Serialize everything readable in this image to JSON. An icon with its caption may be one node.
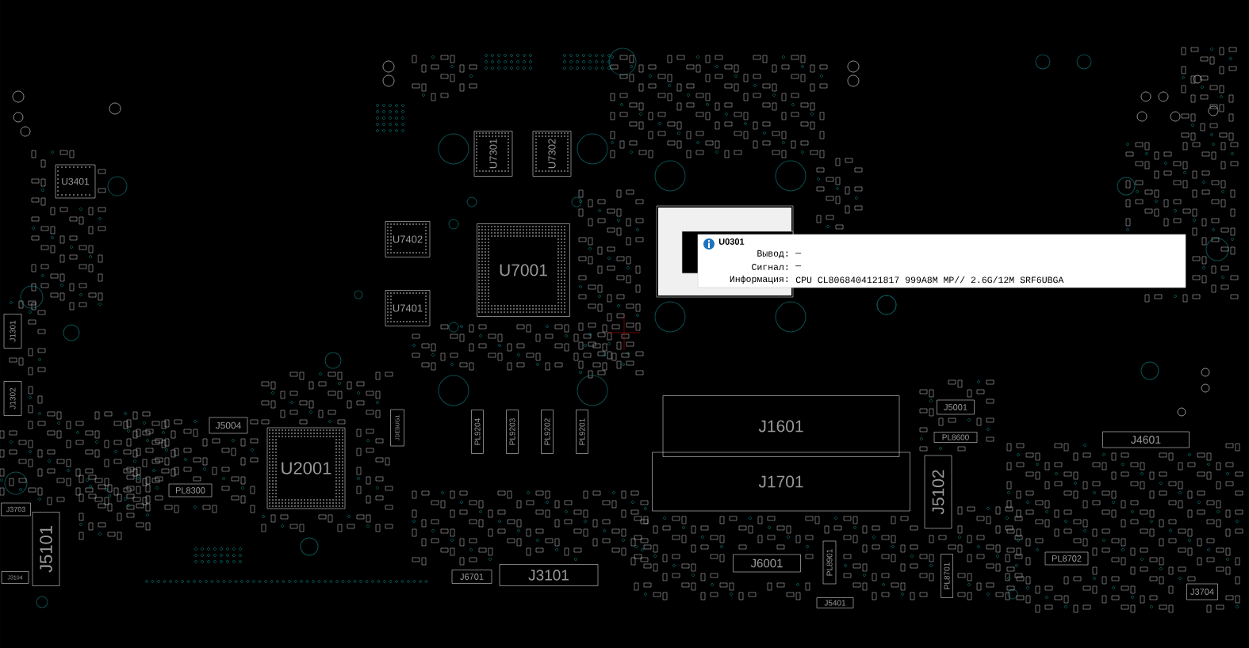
{
  "diagram": {
    "nodes": [
      {
        "text": [
          "U3401"
        ]
      },
      {
        "text": [
          "U7301"
        ]
      },
      {
        "text": [
          "U7302"
        ]
      },
      {
        "text": [
          "U7402"
        ]
      },
      {
        "text": [
          "U7001"
        ]
      },
      {
        "text": [
          "U0301",
          "Вывод:",
          "—",
          "Сигнал:",
          "—",
          "Информация:",
          "CPU CL8068404121817 999A8M MP// 2.6G/12M SRF6UBGA"
        ]
      },
      {
        "text": [
          "U7401"
        ]
      },
      {
        "text": [
          "J1301"
        ]
      },
      {
        "text": [
          "J1302"
        ]
      },
      {
        "text": [
          "J5001"
        ]
      },
      {
        "text": [
          "J1601"
        ]
      },
      {
        "text": [
          "JDEBUG1"
        ]
      },
      {
        "text": [
          "PL9204"
        ]
      },
      {
        "text": [
          "PL9203"
        ]
      },
      {
        "text": [
          "PL9202"
        ]
      },
      {
        "text": [
          "PL9201"
        ]
      },
      {
        "text": [
          "J5004"
        ]
      },
      {
        "text": [
          "PL8600"
        ]
      },
      {
        "text": [
          "J4601"
        ]
      },
      {
        "text": [
          "U2001"
        ]
      },
      {
        "text": [
          "J1701"
        ]
      },
      {
        "text": [
          "J5102"
        ]
      },
      {
        "text": [
          "PL8300"
        ]
      },
      {
        "text": [
          "J3703"
        ]
      },
      {
        "text": [
          "J5101"
        ]
      },
      {
        "text": [
          "PL8901"
        ]
      },
      {
        "text": [
          "PL8702"
        ]
      },
      {
        "text": [
          "J6001"
        ]
      },
      {
        "text": [
          "PL8701"
        ]
      },
      {
        "text": [
          "J3101"
        ]
      },
      {
        "text": [
          "J6701"
        ]
      },
      {
        "text": [
          "J3104"
        ]
      },
      {
        "text": [
          "J3704"
        ]
      },
      {
        "text": [
          "J5401"
        ]
      }
    ]
  }
}
